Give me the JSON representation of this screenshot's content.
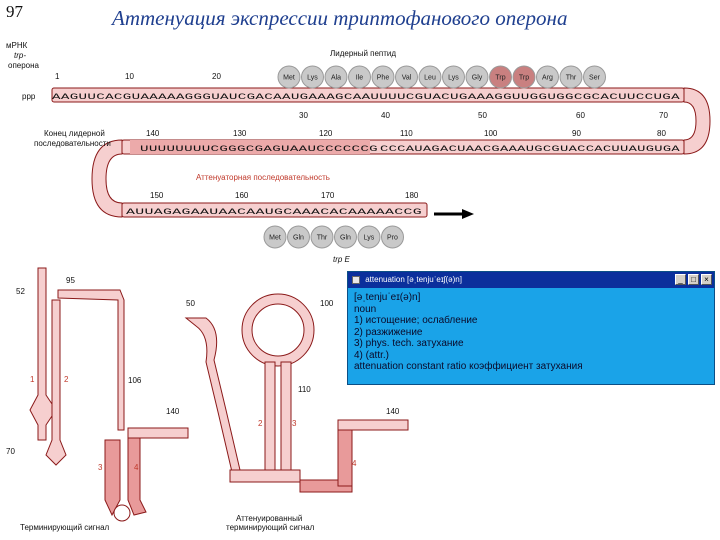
{
  "slide": {
    "number": "97",
    "title": "Аттенуация экспрессии триптофанового оперона"
  },
  "operon": {
    "mrna_label": [
      "мРНК",
      "trp-",
      "оперона"
    ],
    "leader_peptide_label": "Лидерный пептид",
    "peptide1": [
      "Met",
      "Lys",
      "Ala",
      "Ile",
      "Phe",
      "Val",
      "Leu",
      "Lys",
      "Gly",
      "Trp",
      "Trp",
      "Arg",
      "Thr",
      "Ser"
    ],
    "peptide2": [
      "Met",
      "Gln",
      "Thr",
      "Gln",
      "Lys",
      "Pro"
    ],
    "ppp": "ppp",
    "seq_top": "AAGUUCACGUAAAAAGGGUAUCGACAAUGAAAGCAAUUUUCGUACUGAAAGGUUGGUGGCGCACUUCCUGA",
    "seq_mid": "CCCAUAGACUAACGAAAUGCGUACCACUUAUGUGA",
    "seq_mid_left": "UUUUUUUUCGGGCGAGUAAUCCCCCCG",
    "seq_bottom": "AUUAGAGAAUAACAAUGCAAACACAAAAACCG",
    "numbers_top": [
      "1",
      "10",
      "20"
    ],
    "numbers_under": [
      "30",
      "40",
      "50",
      "60",
      "70"
    ],
    "numbers_mid": [
      "140",
      "130",
      "120",
      "110",
      "100",
      "90",
      "80"
    ],
    "numbers_bottom": [
      "150",
      "160",
      "170",
      "180"
    ],
    "leader_end_label": [
      "Конец лидерной",
      "последовательности"
    ],
    "attenuator_label": "Аттенуаторная последовательность",
    "trpE_label": "trp E"
  },
  "hairpin1": {
    "caption": "Терминирующий сигнал",
    "labels": [
      "52",
      "95",
      "1",
      "2",
      "106",
      "3",
      "4",
      "140",
      "70"
    ],
    "colors": {
      "accent": "#c0392b",
      "fill": "#f4c6c6",
      "stroke": "#8b1a1a"
    }
  },
  "hairpin2": {
    "caption": [
      "Аттенуированный",
      "терминирующий сигнал"
    ],
    "labels": [
      "50",
      "100",
      "110",
      "2",
      "3",
      "4",
      "140"
    ]
  },
  "dictionary": {
    "window_title": "attenuation [əˌtenjuˈeɪʃ(ə)n]",
    "buttons": [
      "_",
      "□",
      "×"
    ],
    "lines": [
      "[əˌtenjuˈeɪ(ə)n]",
      "noun",
      "1) истощение; ослабление",
      "2) разжижение",
      "3) phys. tech. затухание",
      "4) (attr.)",
      "   attenuation constant ratio коэффициент затухания"
    ],
    "colors": {
      "background": "#1aa3e8",
      "titlebar": "#0b2f9c"
    }
  }
}
